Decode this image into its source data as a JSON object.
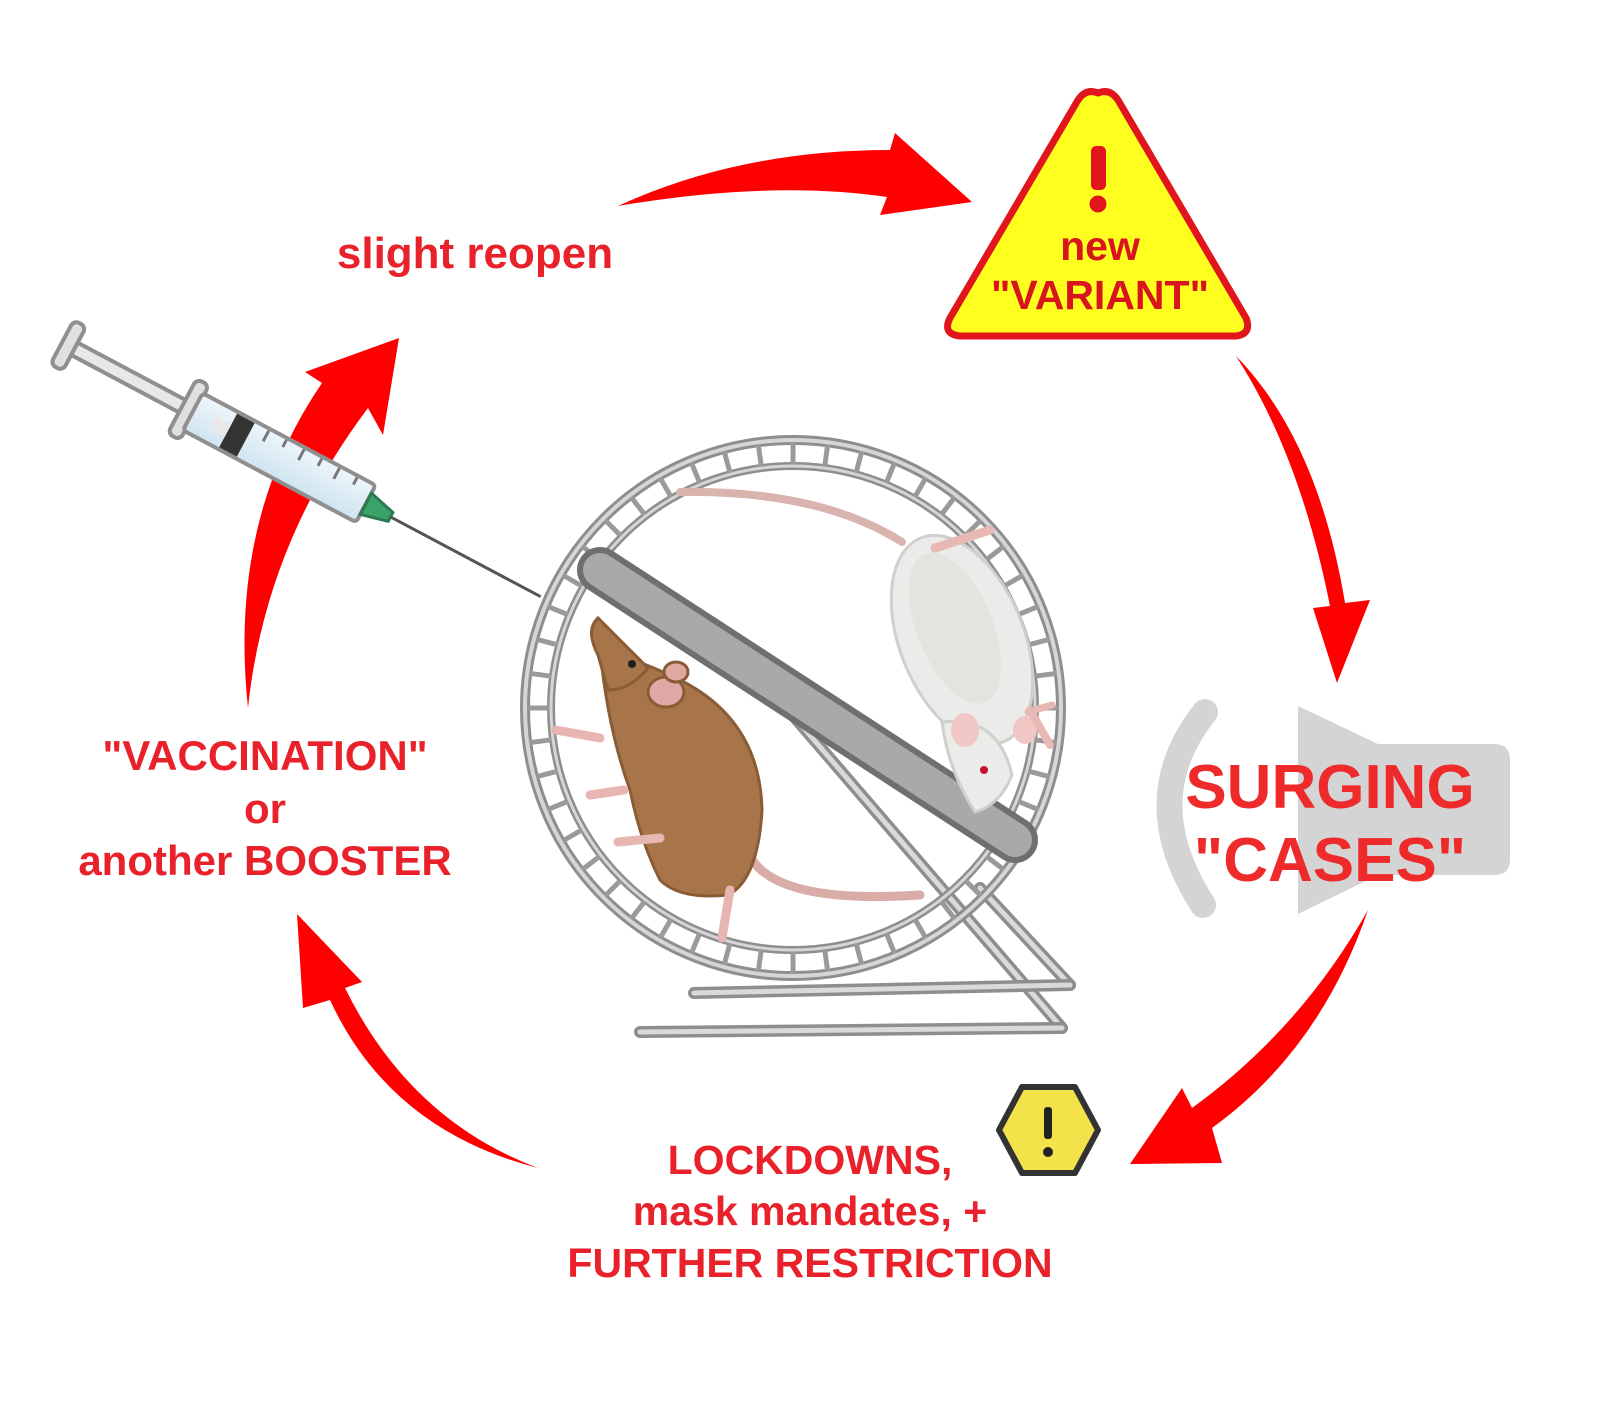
{
  "labels": {
    "reopen": "slight reopen",
    "variant": [
      "new",
      "\"VARIANT\""
    ],
    "vaccination": [
      "\"VACCINATION\"",
      "or",
      "another BOOSTER"
    ],
    "surging": [
      "SURGING",
      "\"CASES\""
    ],
    "lockdowns": [
      "LOCKDOWNS,",
      "mask mandates, +",
      "FURTHER RESTRICTION"
    ]
  },
  "icons": {
    "variant_warning": "warning-triangle-icon",
    "lockdown_warning": "warning-hexagon-icon",
    "speaker": "speaker-icon",
    "syringe": "syringe-icon",
    "wheel": "hamster-wheel-icon"
  },
  "colors": {
    "arrow": "#ff0000",
    "text": "#e8212a",
    "warning_fill": "#ffff1f",
    "warning_stroke": "#e0161c",
    "hex_fill": "#f3e24a",
    "speaker": "#d4d4d4",
    "wheel": "#8e8e8e",
    "brown_rat": "#a8754a",
    "white_rat": "#ebebe9"
  }
}
